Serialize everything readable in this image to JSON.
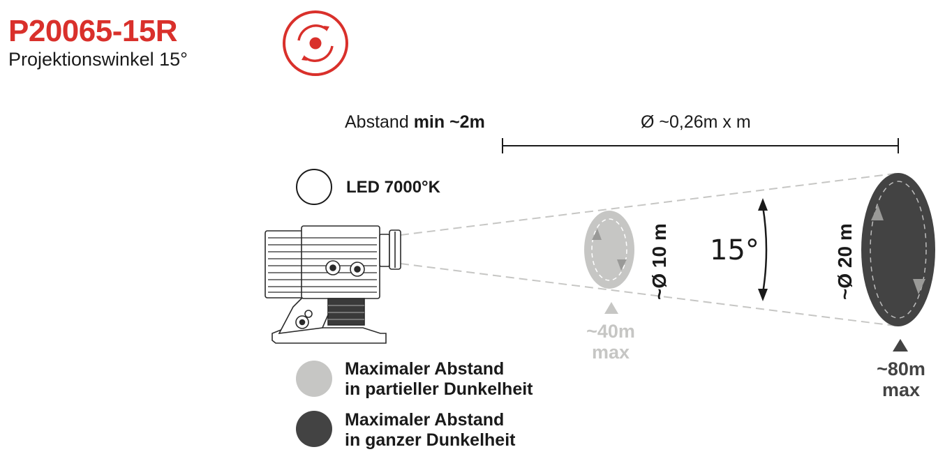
{
  "header": {
    "product_code": "P20065-15R",
    "subtitle": "Projektionswinkel 15°",
    "rotation_icon": "rotation-icon"
  },
  "colors": {
    "brand_red": "#d9302b",
    "partial_darkness": "#c6c6c4",
    "full_darkness": "#434343",
    "line": "#1a1a1a"
  },
  "distance": {
    "prefix": "Abstand ",
    "min_value": "min ~2m",
    "formula": "Ø ~0,26m x m"
  },
  "led": {
    "label": "LED 7000°K",
    "icon": "led-circle-icon"
  },
  "beam": {
    "angle": "15°",
    "small_diameter": "~Ø 10 m",
    "large_diameter": "~Ø 20 m",
    "partial_max": "~40m",
    "partial_max_suffix": "max",
    "full_max": "~80m",
    "full_max_suffix": "max"
  },
  "legend": {
    "partial": {
      "line1": "Maximaler Abstand",
      "line2": "in partieller Dunkelheit"
    },
    "full": {
      "line1": "Maximaler Abstand",
      "line2": "in ganzer Dunkelheit"
    }
  }
}
